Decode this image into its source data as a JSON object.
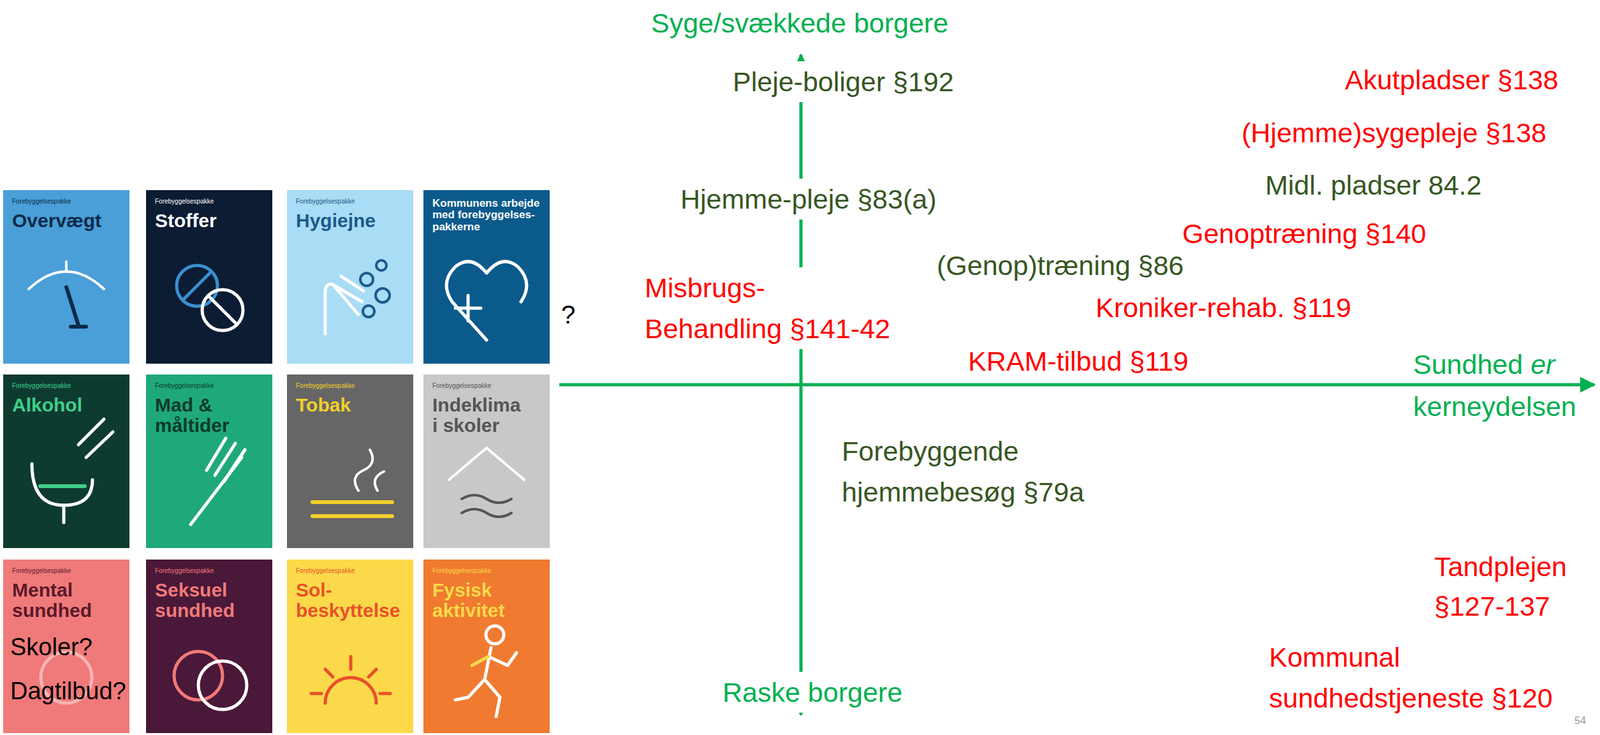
{
  "diagram": {
    "nodes": [
      {
        "text": [
          "Forebyggelsespakke",
          "Overvægt"
        ]
      },
      {
        "text": [
          "Forebyggelsespakke",
          "Stoffer"
        ]
      },
      {
        "text": [
          "Forebyggelsespakke",
          "Hygiejne"
        ]
      },
      {
        "text": [
          "Kommunens arbejde med forebyggelses- pakkerne"
        ]
      },
      {
        "text": [
          "Forebyggelsespakke",
          "Alkohol"
        ]
      },
      {
        "text": [
          "Forebyggelsespakke",
          "Mad & måltider"
        ]
      },
      {
        "text": [
          "Forebyggelsespakke",
          "Tobak"
        ]
      },
      {
        "text": [
          "Forebyggelsespakke",
          "Indeklima i skoler"
        ]
      },
      {
        "text": [
          "Forebyggelsespakke",
          "Mental sundhed"
        ]
      },
      {
        "text": [
          "Forebyggelsespakke",
          "Seksuel sundhed"
        ]
      },
      {
        "text": [
          "Forebyggelsespakke",
          "Sol- beskyttelse"
        ]
      },
      {
        "text": [
          "Forebyggelsespakke",
          "Fysisk aktivitet"
        ]
      }
    ],
    "labels": [
      "?",
      "Skoler?",
      "Dagtilbud?",
      "Syge/svækkede borgere",
      "Pleje-boliger §192",
      "Akutpladser §138",
      "(Hjemme)sygepleje §138",
      "Midl. pladser 84.2",
      "Hjemme-pleje §83(a)",
      "Genoptræning §140",
      "(Genop)træning §86",
      "Misbrugs- Behandling §141-42",
      "Kroniker-rehab. §119",
      "KRAM-tilbud §119",
      "Sundhed er kerneydelsen",
      "Forebyggende hjemmebesøg §79a",
      "Tandplejen §127-137",
      "Kommunal sundhedstjeneste §120",
      "Raske borgere",
      "54"
    ]
  }
}
